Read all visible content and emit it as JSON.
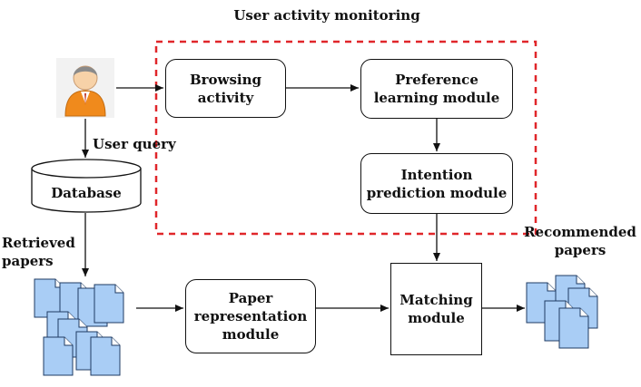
{
  "title": "User activity monitoring",
  "user_query_label": "User query",
  "nodes": {
    "browsing": "Browsing\nactivity",
    "preference": "Preference\nlearning module",
    "intention": "Intention\nprediction module",
    "database": "Database",
    "paper_rep": "Paper\nrepresentation\nmodule",
    "matching": "Matching\nmodule"
  },
  "retrieved_label": "Retrieved\npapers",
  "recommended_label": "Recommended\npapers",
  "colors": {
    "dashed_border": "#e0262a",
    "doc_fill": "#a9cdf5",
    "doc_stroke": "#1f3b63",
    "user_body": "#f08a1c",
    "user_face": "#f7d2a8",
    "user_hair": "#8a8a8a"
  },
  "icons": [
    "user-icon",
    "database-icon",
    "document-icon"
  ]
}
